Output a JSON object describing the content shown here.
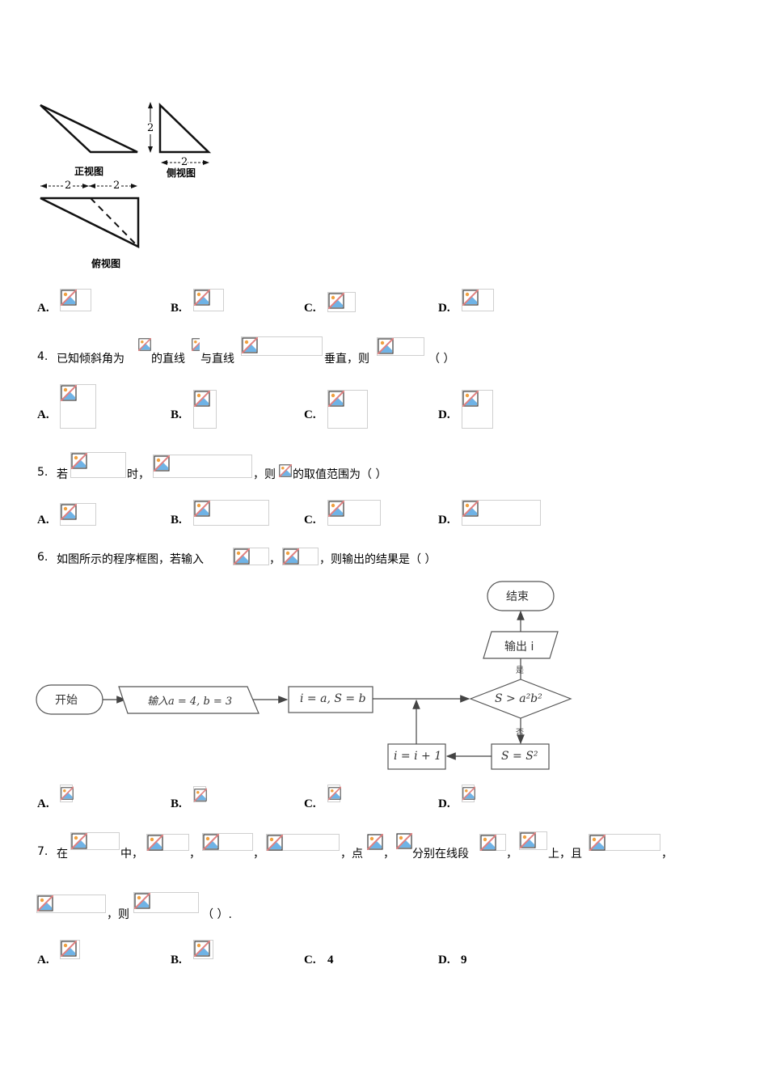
{
  "figure_3view": {
    "front_label": "正视图",
    "side_label": "侧视图",
    "top_label": "俯视图",
    "dim_height": "2",
    "dim_side_width": "2",
    "dim_top_left": "2",
    "dim_top_right": "2"
  },
  "q3_options": [
    {
      "label": "A.",
      "value": ""
    },
    {
      "label": "B.",
      "value": ""
    },
    {
      "label": "C.",
      "value": ""
    },
    {
      "label": "D.",
      "value": ""
    }
  ],
  "q4": {
    "number": "4.",
    "part1": "已知倾斜角为",
    "part2": "的直线",
    "part3": "与直线",
    "part4": "垂直，则",
    "paren": "（   ）",
    "options": [
      {
        "label": "A."
      },
      {
        "label": "B."
      },
      {
        "label": "C."
      },
      {
        "label": "D."
      }
    ]
  },
  "q5": {
    "number": "5.",
    "part1": "若",
    "part2": "时，",
    "part3": "，则",
    "part4": "的取值范围为（   ）",
    "options": [
      {
        "label": "A."
      },
      {
        "label": "B."
      },
      {
        "label": "C."
      },
      {
        "label": "D."
      }
    ]
  },
  "q6": {
    "number": "6.",
    "part1": "如图所示的程序框图，若输入",
    "part2": "，",
    "part3": "，则输出的结果是（   ）",
    "flowchart": {
      "start": "开始",
      "input": "输入a = 4, b = 3",
      "init": "i = a, S = b",
      "condition": "S > a²b²",
      "yes": "是",
      "no": "否",
      "output": "输出 i",
      "end": "结束",
      "square": "S = S²",
      "increment": "i = i + 1"
    },
    "options": [
      {
        "label": "A."
      },
      {
        "label": "B."
      },
      {
        "label": "C."
      },
      {
        "label": "D."
      }
    ]
  },
  "q7": {
    "number": "7.",
    "part1": "在",
    "part2": "中，",
    "comma": "，",
    "part3": "，点",
    "part4": "分别在线段",
    "part5": "上，且",
    "part6": "，则",
    "paren": "（   ）.",
    "options": [
      {
        "label": "A.",
        "value": ""
      },
      {
        "label": "B.",
        "value": ""
      },
      {
        "label": "C.",
        "value": "4"
      },
      {
        "label": "D.",
        "value": "9"
      }
    ]
  },
  "colors": {
    "placeholder_border": "#cfcfcf",
    "icon_sky": "#6fb3e6",
    "icon_sun": "#f0a040",
    "icon_slash": "#e08080",
    "flow_line": "#444444"
  }
}
